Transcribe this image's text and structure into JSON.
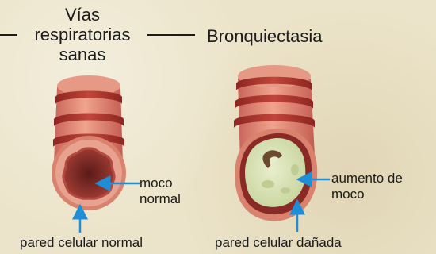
{
  "healthy": {
    "title_line1": "Vías",
    "title_line2": "respiratorias",
    "title_line3": "sanas",
    "mucus_line1": "moco",
    "mucus_line2": "normal",
    "wall_label": "pared celular normal"
  },
  "diseased": {
    "title": "Bronquiectasia",
    "mucus_line1": "aumento de",
    "mucus_line2": "moco",
    "wall_label": "pared celular dañada"
  },
  "colors": {
    "background": "#ece4ca",
    "tube_outer": "#d9836e",
    "tube_ring": "#a8342c",
    "lumen_healthy": "#7a2a25",
    "mucus_excess": "#d9e3b8",
    "arrow": "#1e8fd6"
  }
}
